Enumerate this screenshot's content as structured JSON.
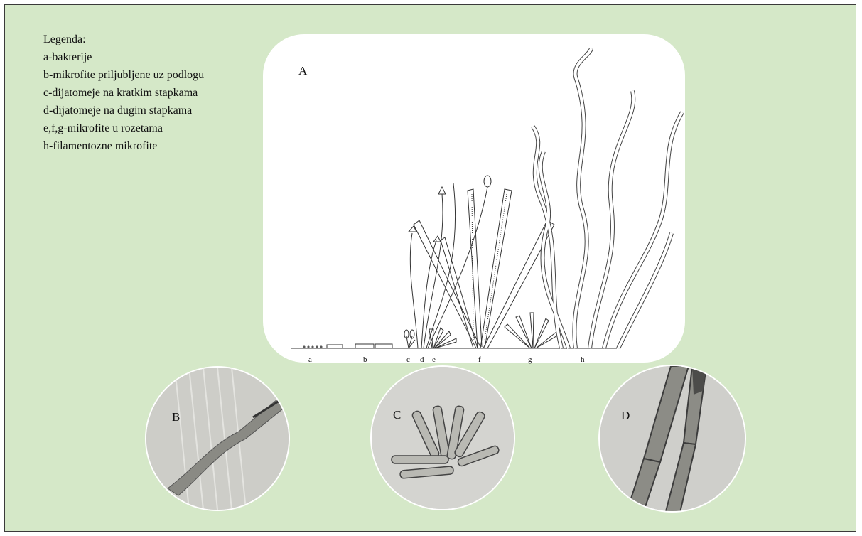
{
  "legend": {
    "title": "Legenda:",
    "items": [
      "a-bakterije",
      "b-mikrofite priljubljene uz podlogu",
      "c-dijatomeje na kratkim stapkama",
      "d-dijatomeje na dugim stapkama",
      "e,f,g-mikrofite u rozetama",
      "h-filamentozne mikrofite"
    ]
  },
  "panels": {
    "a": {
      "label": "A",
      "ground_letters": [
        "a",
        "b",
        "c",
        "d",
        "e",
        "f",
        "g",
        "h"
      ]
    },
    "b": {
      "label": "B"
    },
    "c": {
      "label": "C"
    },
    "d": {
      "label": "D"
    }
  },
  "colors": {
    "background": "#d5e8c8",
    "panel": "#ffffff",
    "ink": "#111111"
  }
}
